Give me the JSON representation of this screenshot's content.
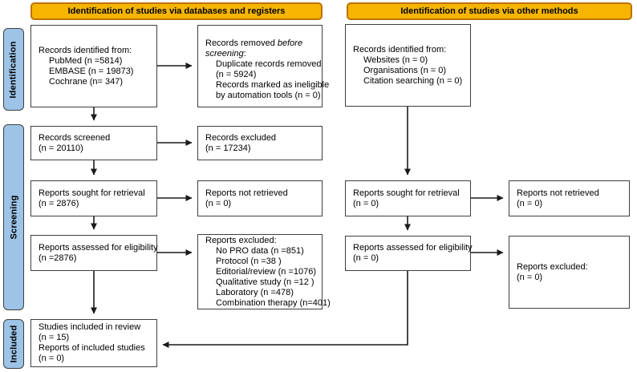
{
  "banners": {
    "databases": "Identification of studies via databases and registers",
    "other": "Identification of studies via other methods"
  },
  "sidebar": {
    "identification": "Identification",
    "screening": "Screening",
    "included": "Included"
  },
  "colors": {
    "banner_fill": "#F5B500",
    "banner_border": "#C07000",
    "sidebar_fill": "#9DC3E6",
    "box_border": "#3F3F3F",
    "arrow": "#1A1A1A"
  },
  "boxes": {
    "db_records_identified": {
      "lines": [
        {
          "text": "Records identified from:"
        },
        {
          "text": "PubMed  (n =5814)",
          "indent": 1
        },
        {
          "text": "EMBASE  (n = 19873)",
          "indent": 1
        },
        {
          "text": "Cochrane (n= 347)",
          "indent": 1
        }
      ]
    },
    "records_removed": {
      "lines": [
        {
          "segments": [
            [
              "Records removed ",
              false
            ],
            [
              "before",
              true
            ]
          ]
        },
        {
          "segments": [
            [
              "screening",
              true
            ],
            [
              ":",
              false
            ]
          ]
        },
        {
          "text": "Duplicate records removed",
          "indent": 1
        },
        {
          "text": "(n = 5924)",
          "indent": 1
        },
        {
          "text": "Records marked as ineligible",
          "indent": 1
        },
        {
          "text": "by automation tools (n = 0)",
          "indent": 1
        }
      ]
    },
    "records_screened": {
      "lines": [
        {
          "text": "Records screened"
        },
        {
          "text": "(n = 20110)"
        }
      ]
    },
    "records_excluded": {
      "lines": [
        {
          "text": "Records excluded"
        },
        {
          "text": "(n = 17234)"
        }
      ]
    },
    "reports_sought_db": {
      "lines": [
        {
          "text": "Reports sought for retrieval"
        },
        {
          "text": "(n = 2876)"
        }
      ]
    },
    "reports_not_retrieved_db": {
      "lines": [
        {
          "text": "Reports not retrieved"
        },
        {
          "text": "(n = 0)"
        }
      ]
    },
    "reports_assessed_db": {
      "lines": [
        {
          "text": "Reports assessed for eligibility"
        },
        {
          "text": "(n =2876)"
        }
      ]
    },
    "reports_excluded_db": {
      "lines": [
        {
          "text": "Reports excluded:"
        },
        {
          "text": "No PRO data (n =851)",
          "indent": 1
        },
        {
          "text": "Protocol  (n =38 )",
          "indent": 1
        },
        {
          "text": "Editorial/review (n =1076)",
          "indent": 1
        },
        {
          "text": "Qualitative study  (n =12 )",
          "indent": 1
        },
        {
          "text": "Laboratory (n =478)",
          "indent": 1
        },
        {
          "text": "Combination therapy (n=401)",
          "indent": 1
        }
      ]
    },
    "other_records_identified": {
      "lines": [
        {
          "text": "Records identified from:"
        },
        {
          "text": "Websites (n = 0)",
          "indent": 1
        },
        {
          "text": "Organisations (n = 0)",
          "indent": 1
        },
        {
          "text": "Citation searching (n = 0)",
          "indent": 1
        }
      ]
    },
    "reports_sought_other": {
      "lines": [
        {
          "text": "Reports sought for retrieval"
        },
        {
          "text": "(n = 0)"
        }
      ]
    },
    "reports_not_retrieved_other": {
      "lines": [
        {
          "text": "Reports not retrieved"
        },
        {
          "text": "(n = 0)"
        }
      ]
    },
    "reports_assessed_other": {
      "lines": [
        {
          "text": "Reports assessed for eligibility"
        },
        {
          "text": "(n = 0)"
        }
      ]
    },
    "reports_excluded_other": {
      "lines": [
        {
          "text": "Reports excluded:"
        },
        {
          "text": "(n = 0)"
        }
      ]
    },
    "included_studies": {
      "lines": [
        {
          "text": "Studies included in review"
        },
        {
          "text": "(n = 15)"
        },
        {
          "text": "Reports of included studies"
        },
        {
          "text": "(n = 0)"
        }
      ]
    }
  }
}
